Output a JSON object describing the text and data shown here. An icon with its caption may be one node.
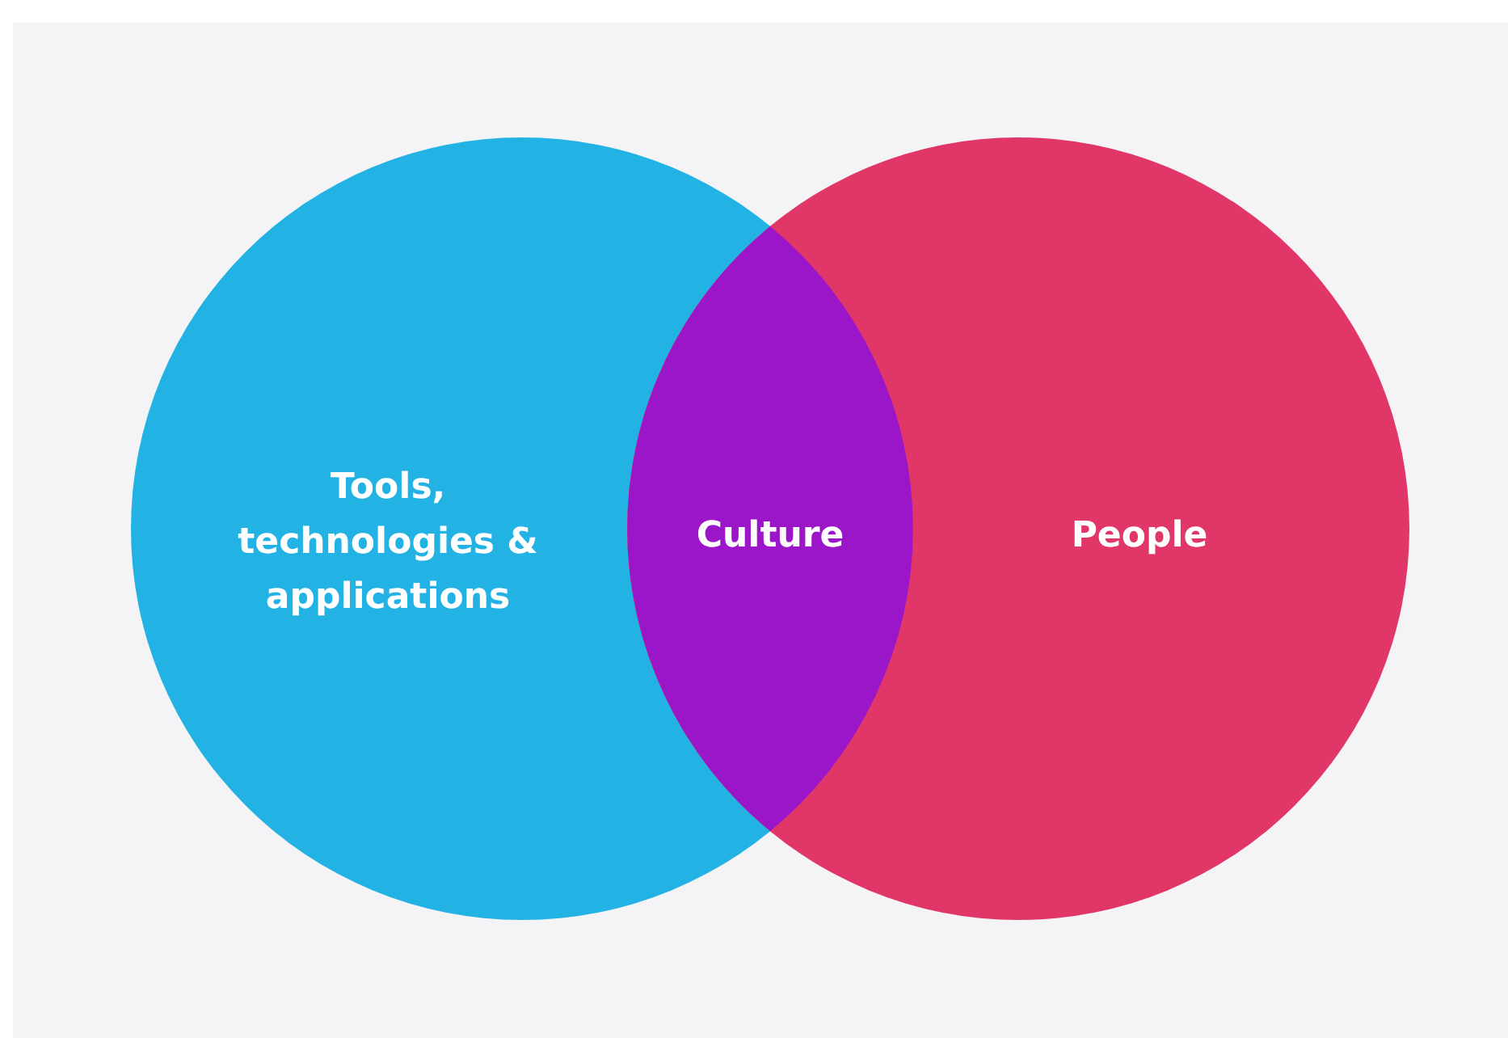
{
  "diagram": {
    "nodes": [
      {
        "text": [
          "Tools, technologies & applications"
        ]
      },
      {
        "text": [
          "Culture"
        ]
      },
      {
        "text": [
          "People"
        ]
      }
    ]
  }
}
